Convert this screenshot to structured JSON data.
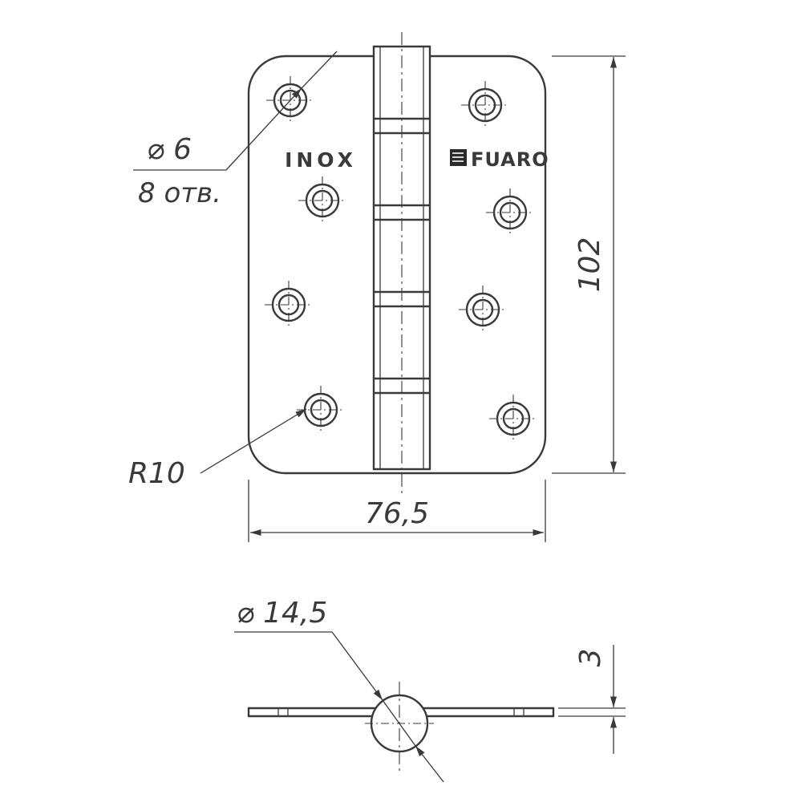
{
  "drawing": {
    "brand_left": "INOX",
    "brand_right": "FUARO",
    "callouts": {
      "hole_diameter": "⌀ 6",
      "hole_count": "8 отв.",
      "corner_radius": "R10",
      "barrel_diameter": "⌀ 14,5"
    },
    "dimensions": {
      "height": "102",
      "width": "76,5",
      "thickness": "3"
    }
  }
}
